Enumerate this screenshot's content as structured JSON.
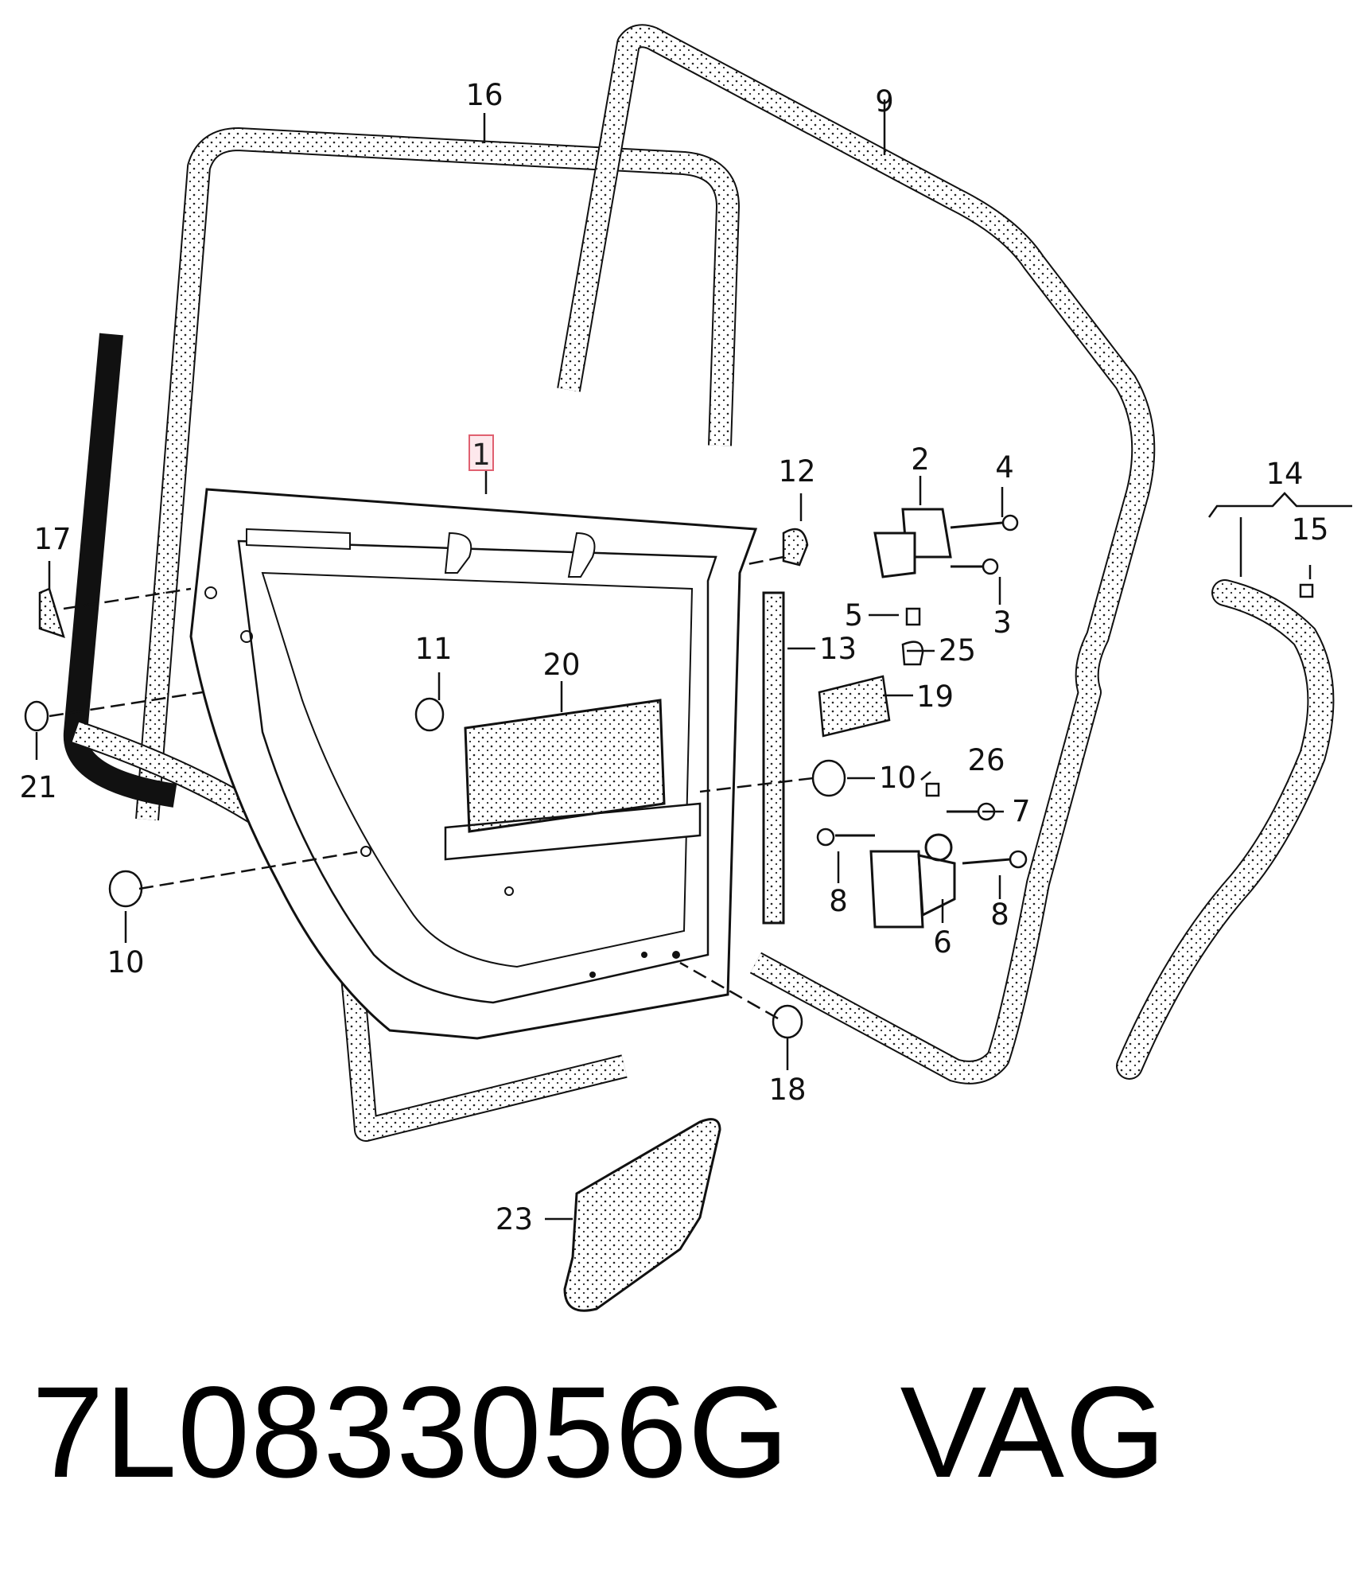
{
  "callouts": {
    "c1": "1",
    "c2": "2",
    "c3": "3",
    "c4": "4",
    "c5": "5",
    "c6": "6",
    "c7": "7",
    "c8a": "8",
    "c8b": "8",
    "c9": "9",
    "c10a": "10",
    "c10b": "10",
    "c11": "11",
    "c12": "12",
    "c13": "13",
    "c14": "14",
    "c15": "15",
    "c16": "16",
    "c17": "17",
    "c18": "18",
    "c19": "19",
    "c20": "20",
    "c21": "21",
    "c23": "23",
    "c25": "25",
    "c26": "26"
  },
  "highlighted_callout": "1",
  "caption": {
    "part_number": "7L0833056G",
    "brand": "VAG"
  },
  "colors": {
    "line": "#111111",
    "highlight_border": "#e06070",
    "highlight_fill": "#fde8ec",
    "seal_fill": "#ffffff"
  }
}
